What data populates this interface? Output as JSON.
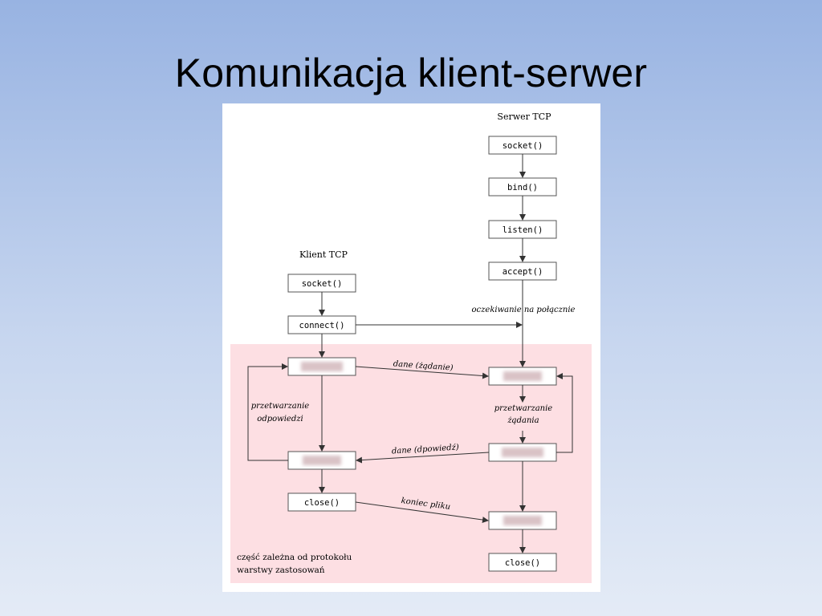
{
  "slide": {
    "title": "Komunikacja klient-serwer"
  },
  "diagram": {
    "server_heading": "Serwer TCP",
    "client_heading": "Klient TCP",
    "server_calls": {
      "socket": "socket()",
      "bind": "bind()",
      "listen": "listen()",
      "accept": "accept()",
      "close": "close()"
    },
    "client_calls": {
      "socket": "socket()",
      "connect": "connect()",
      "close": "close()"
    },
    "labels": {
      "waiting": "oczekiwanie na połącznie",
      "data_request": "dane (żądanie)",
      "data_response": "dane (dpowiedź)",
      "end_of_file": "koniec pliku",
      "process_response_1": "przetwarzanie",
      "process_response_2": "odpowiedzi",
      "process_request_1": "przetwarzanie",
      "process_request_2": "żądania",
      "region_note_1": "część zależna od protokołu",
      "region_note_2": "warstwy zastosowań"
    },
    "colors": {
      "protocol_region": "#fddfe3",
      "box_border": "#555555",
      "arrow": "#333333"
    }
  }
}
